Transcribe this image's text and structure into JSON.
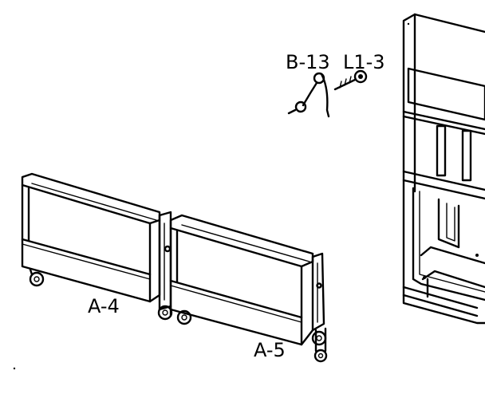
{
  "callouts": {
    "spring": "B-13",
    "screw": "L1-3",
    "left_panel": "A-4",
    "right_panel": "A-5"
  },
  "colors": {
    "ink": "#000000",
    "paper": "#ffffff"
  }
}
